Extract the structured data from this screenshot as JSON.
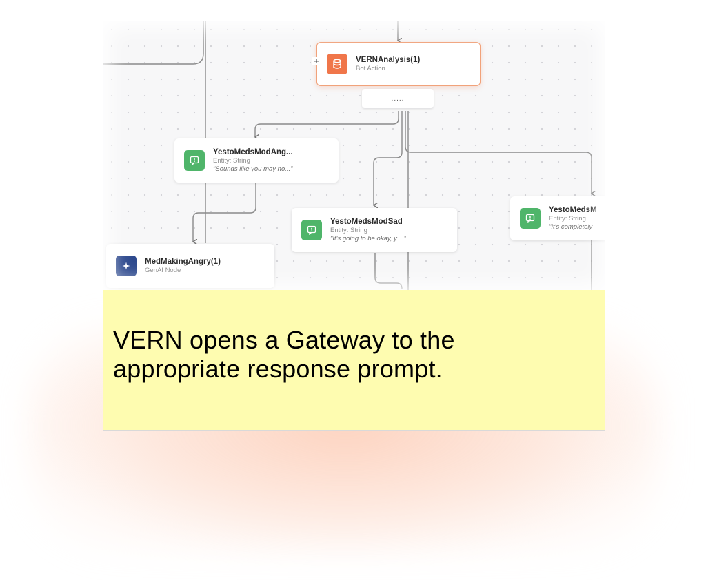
{
  "canvas": {
    "nodes": {
      "vern_analysis": {
        "title": "VERNAnalysis(1)",
        "subtitle": "Bot Action",
        "plus": "+"
      },
      "gateway": {
        "label": "....."
      },
      "angry": {
        "title": "YestoMedsModAng...",
        "subtitle": "Entity: String",
        "quote": "\"Sounds like you may no...\""
      },
      "sad": {
        "title": "YestoMedsModSad",
        "subtitle": "Entity: String",
        "quote": "\"It's going to be okay, y... \""
      },
      "third": {
        "title": "YestoMedsM",
        "subtitle": "Entity: String",
        "quote": "\"It's completely"
      },
      "genai": {
        "title": "MedMakingAngry(1)",
        "subtitle": "GenAI Node"
      }
    },
    "icons": {
      "bot_action": "database-icon",
      "entity": "message-alert-icon",
      "genai": "sparkle-icon"
    },
    "colors": {
      "bot_action": "#f0764a",
      "entity": "#4fb56a",
      "genai": "#2e4a8e",
      "selected_border": "#f1a27a",
      "caption_bg": "#fefcb0"
    }
  },
  "caption": {
    "text": "VERN opens a Gateway to the appropriate response prompt."
  }
}
